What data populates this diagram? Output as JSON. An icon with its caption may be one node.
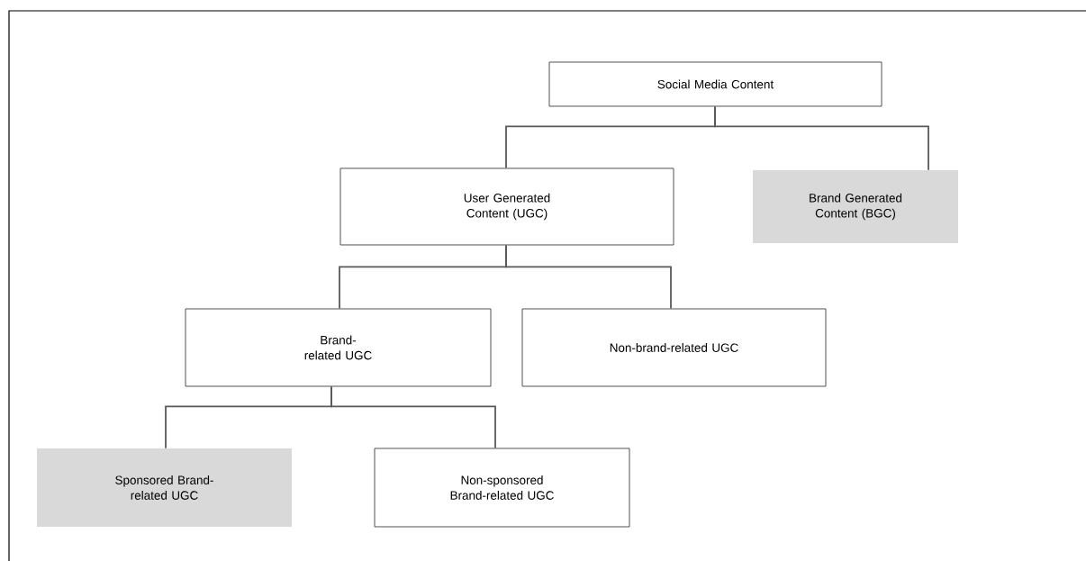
{
  "diagram": {
    "nodes": [
      {
        "text": [
          "Social Media Content"
        ]
      },
      {
        "text": [
          "User Generated Content (UGC)"
        ]
      },
      {
        "text": [
          "Brand Generated Content (BGC)"
        ]
      },
      {
        "text": [
          "Brand-related UGC"
        ]
      },
      {
        "text": [
          "Non-brand-related UGC"
        ]
      },
      {
        "text": [
          "Sponsored Brand-related UGC"
        ]
      },
      {
        "text": [
          "Non-sponsored Brand-related UGC"
        ]
      }
    ],
    "edges": [
      {
        "from": 0,
        "to": 1,
        "arrow": "none"
      },
      {
        "from": 0,
        "to": 2,
        "arrow": "none"
      },
      {
        "from": 1,
        "to": 3,
        "arrow": "none"
      },
      {
        "from": 1,
        "to": 4,
        "arrow": "none"
      },
      {
        "from": 3,
        "to": 5,
        "arrow": "none"
      },
      {
        "from": 3,
        "to": 6,
        "arrow": "none"
      }
    ]
  }
}
